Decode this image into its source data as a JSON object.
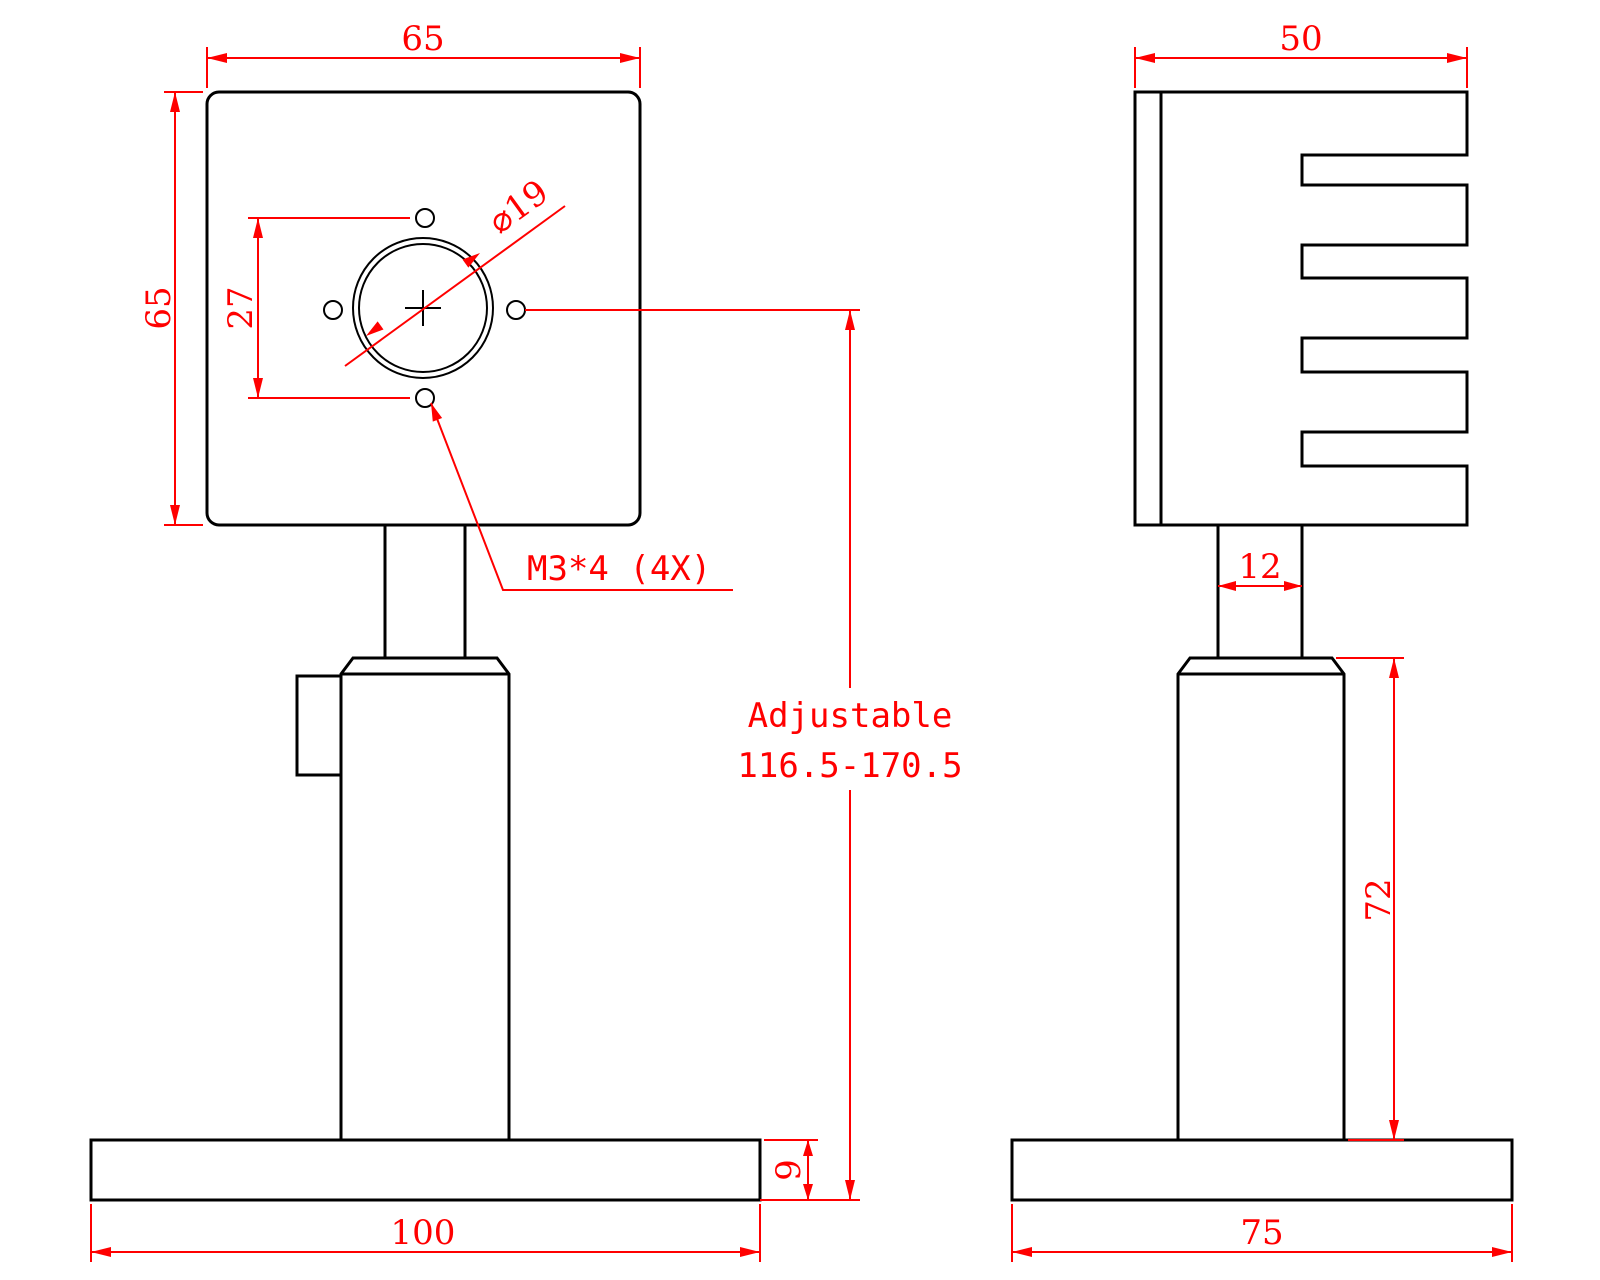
{
  "front_view": {
    "width_label": "65",
    "height_label": "65",
    "hole_spacing_label": "27",
    "bore_label": "⌀19",
    "hole_note": "M3*4 (4X)",
    "adjustable_label": "Adjustable",
    "adjustable_range": "116.5-170.5",
    "base_height_label": "9",
    "base_width_label": "100"
  },
  "side_view": {
    "width_label": "50",
    "post_width_label": "12",
    "column_height_label": "72",
    "base_width_label": "75"
  },
  "colors": {
    "outline": "#000000",
    "dimension": "#ff0000"
  }
}
